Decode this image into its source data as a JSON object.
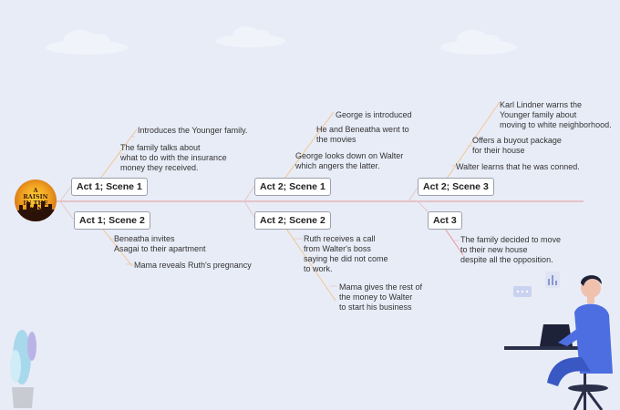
{
  "logo": {
    "text": "A\nRAISIN\nIN THE\nSUN",
    "icon": "raisin-in-the-sun-logo"
  },
  "colors": {
    "spine": "#e29a9a",
    "branch": "#e6c8c8",
    "branch_orange": "#f2c07a",
    "branch_red": "#e88a8a",
    "background": "#e8ecf7"
  },
  "nodes": {
    "act1_scene1": "Act 1; Scene 1",
    "act1_scene2": "Act 1; Scene 2",
    "act2_scene1": "Act 2; Scene 1",
    "act2_scene2": "Act 2; Scene 2",
    "act2_scene3": "Act 2; Scene 3",
    "act3": "Act 3"
  },
  "notes": {
    "a1s1_1": "Introduces the Younger family.",
    "a1s1_2": "The family talks about\nwhat to do with the insurance\nmoney they received.",
    "a1s2_1": "Beneatha invites\nAsagai to their apartment",
    "a1s2_2": "Mama reveals Ruth's pregnancy",
    "a2s1_1": "George is introduced",
    "a2s1_2": "He and Beneatha went to\nthe movies",
    "a2s1_3": "George looks down on Walter\nwhich angers the latter.",
    "a2s2_1": "Ruth receives a call\nfrom Walter's boss\nsaying he did not come\nto work.",
    "a2s2_2": "Mama gives the rest of\nthe money to Walter\nto start his business",
    "a2s3_1": "Karl Lindner warns the\nYounger family about\nmoving to white neighborhood.",
    "a2s3_2": "Offers a buyout package\nfor their house",
    "a2s3_3": "Walter learns that he was conned.",
    "a3_1": "The family decided to move\nto their new house\ndespite all the opposition."
  },
  "decor": {
    "person_icon": "person-at-laptop-illustration",
    "plant_icon": "potted-plant-illustration",
    "cloud_icon": "cloud-icon",
    "chart_icon": "bar-chart-icon",
    "chat_icon": "chat-bubble-icon"
  }
}
